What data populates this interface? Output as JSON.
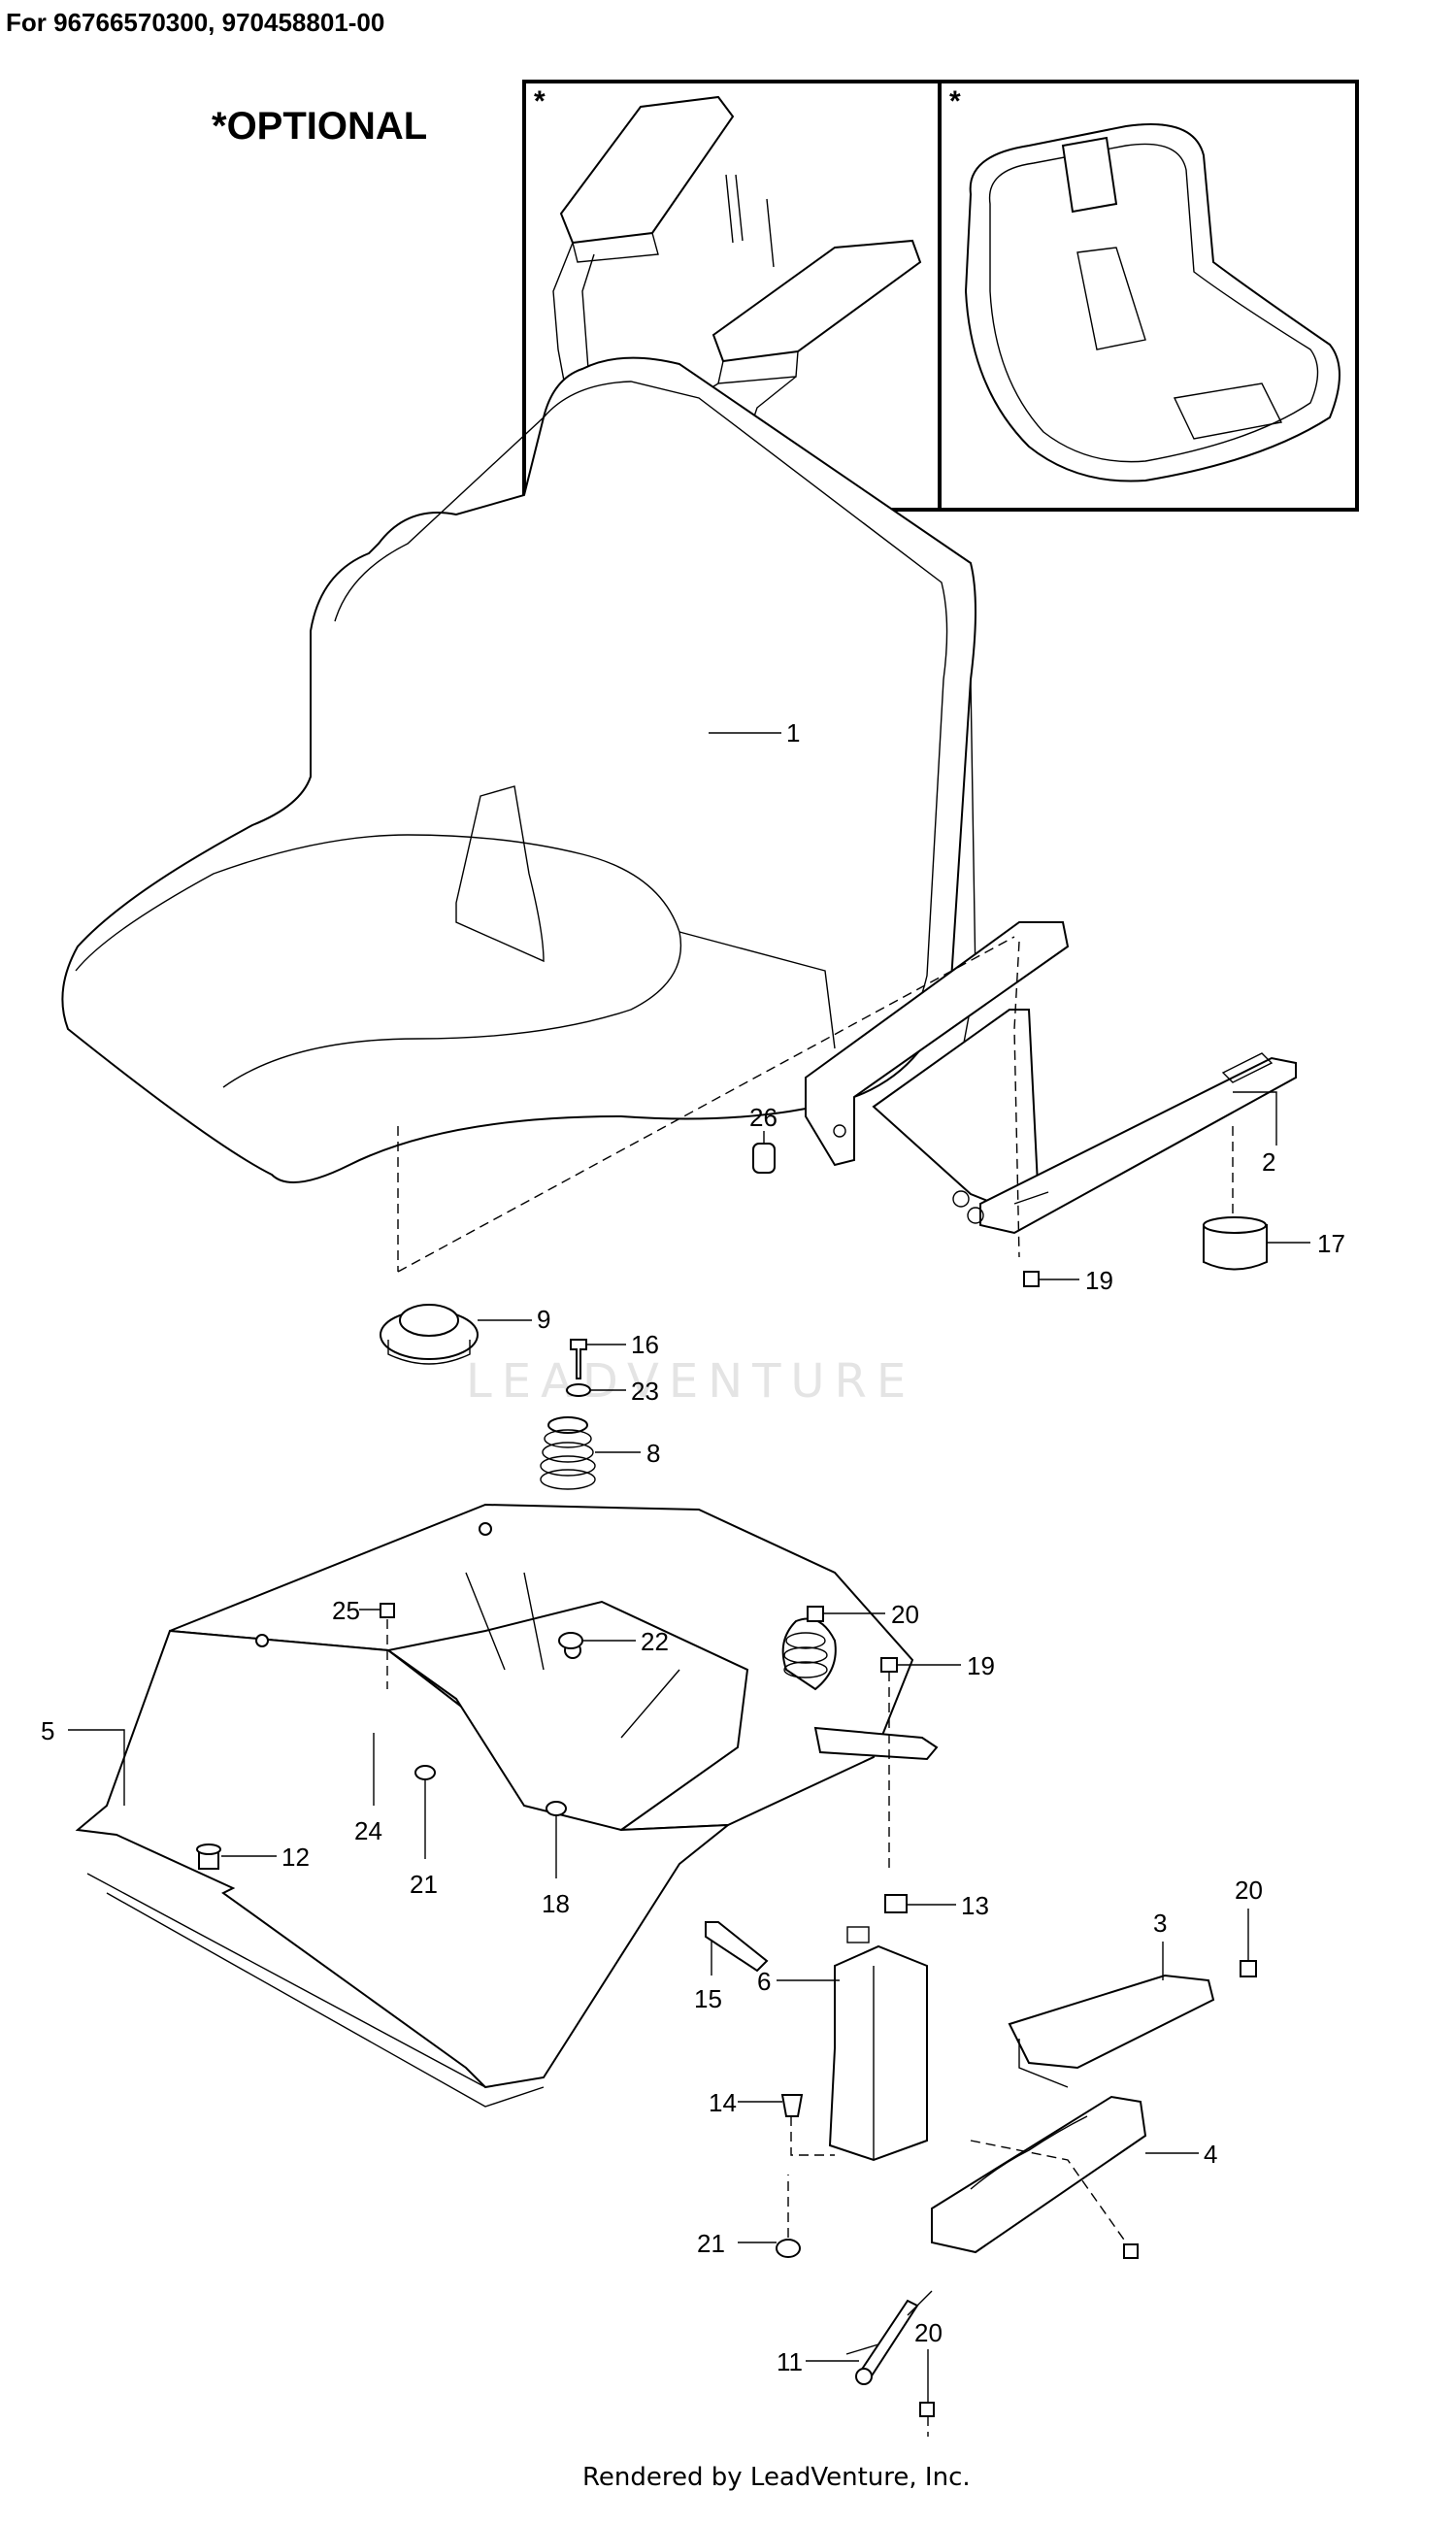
{
  "header": {
    "model_text": "For 96766570300, 970458801-00"
  },
  "optional_label": "*OPTIONAL",
  "optional_boxes": {
    "left_marker": "*",
    "right_marker": "*"
  },
  "watermark": "LEADVENTURE",
  "footer": "Rendered by LeadVenture, Inc.",
  "callouts": [
    "1",
    "2",
    "26",
    "17",
    "19",
    "9",
    "16",
    "23",
    "8",
    "25",
    "20",
    "22",
    "19",
    "5",
    "24",
    "21",
    "18",
    "12",
    "13",
    "3",
    "20",
    "15",
    "6",
    "14",
    "4",
    "21",
    "11",
    "20"
  ]
}
